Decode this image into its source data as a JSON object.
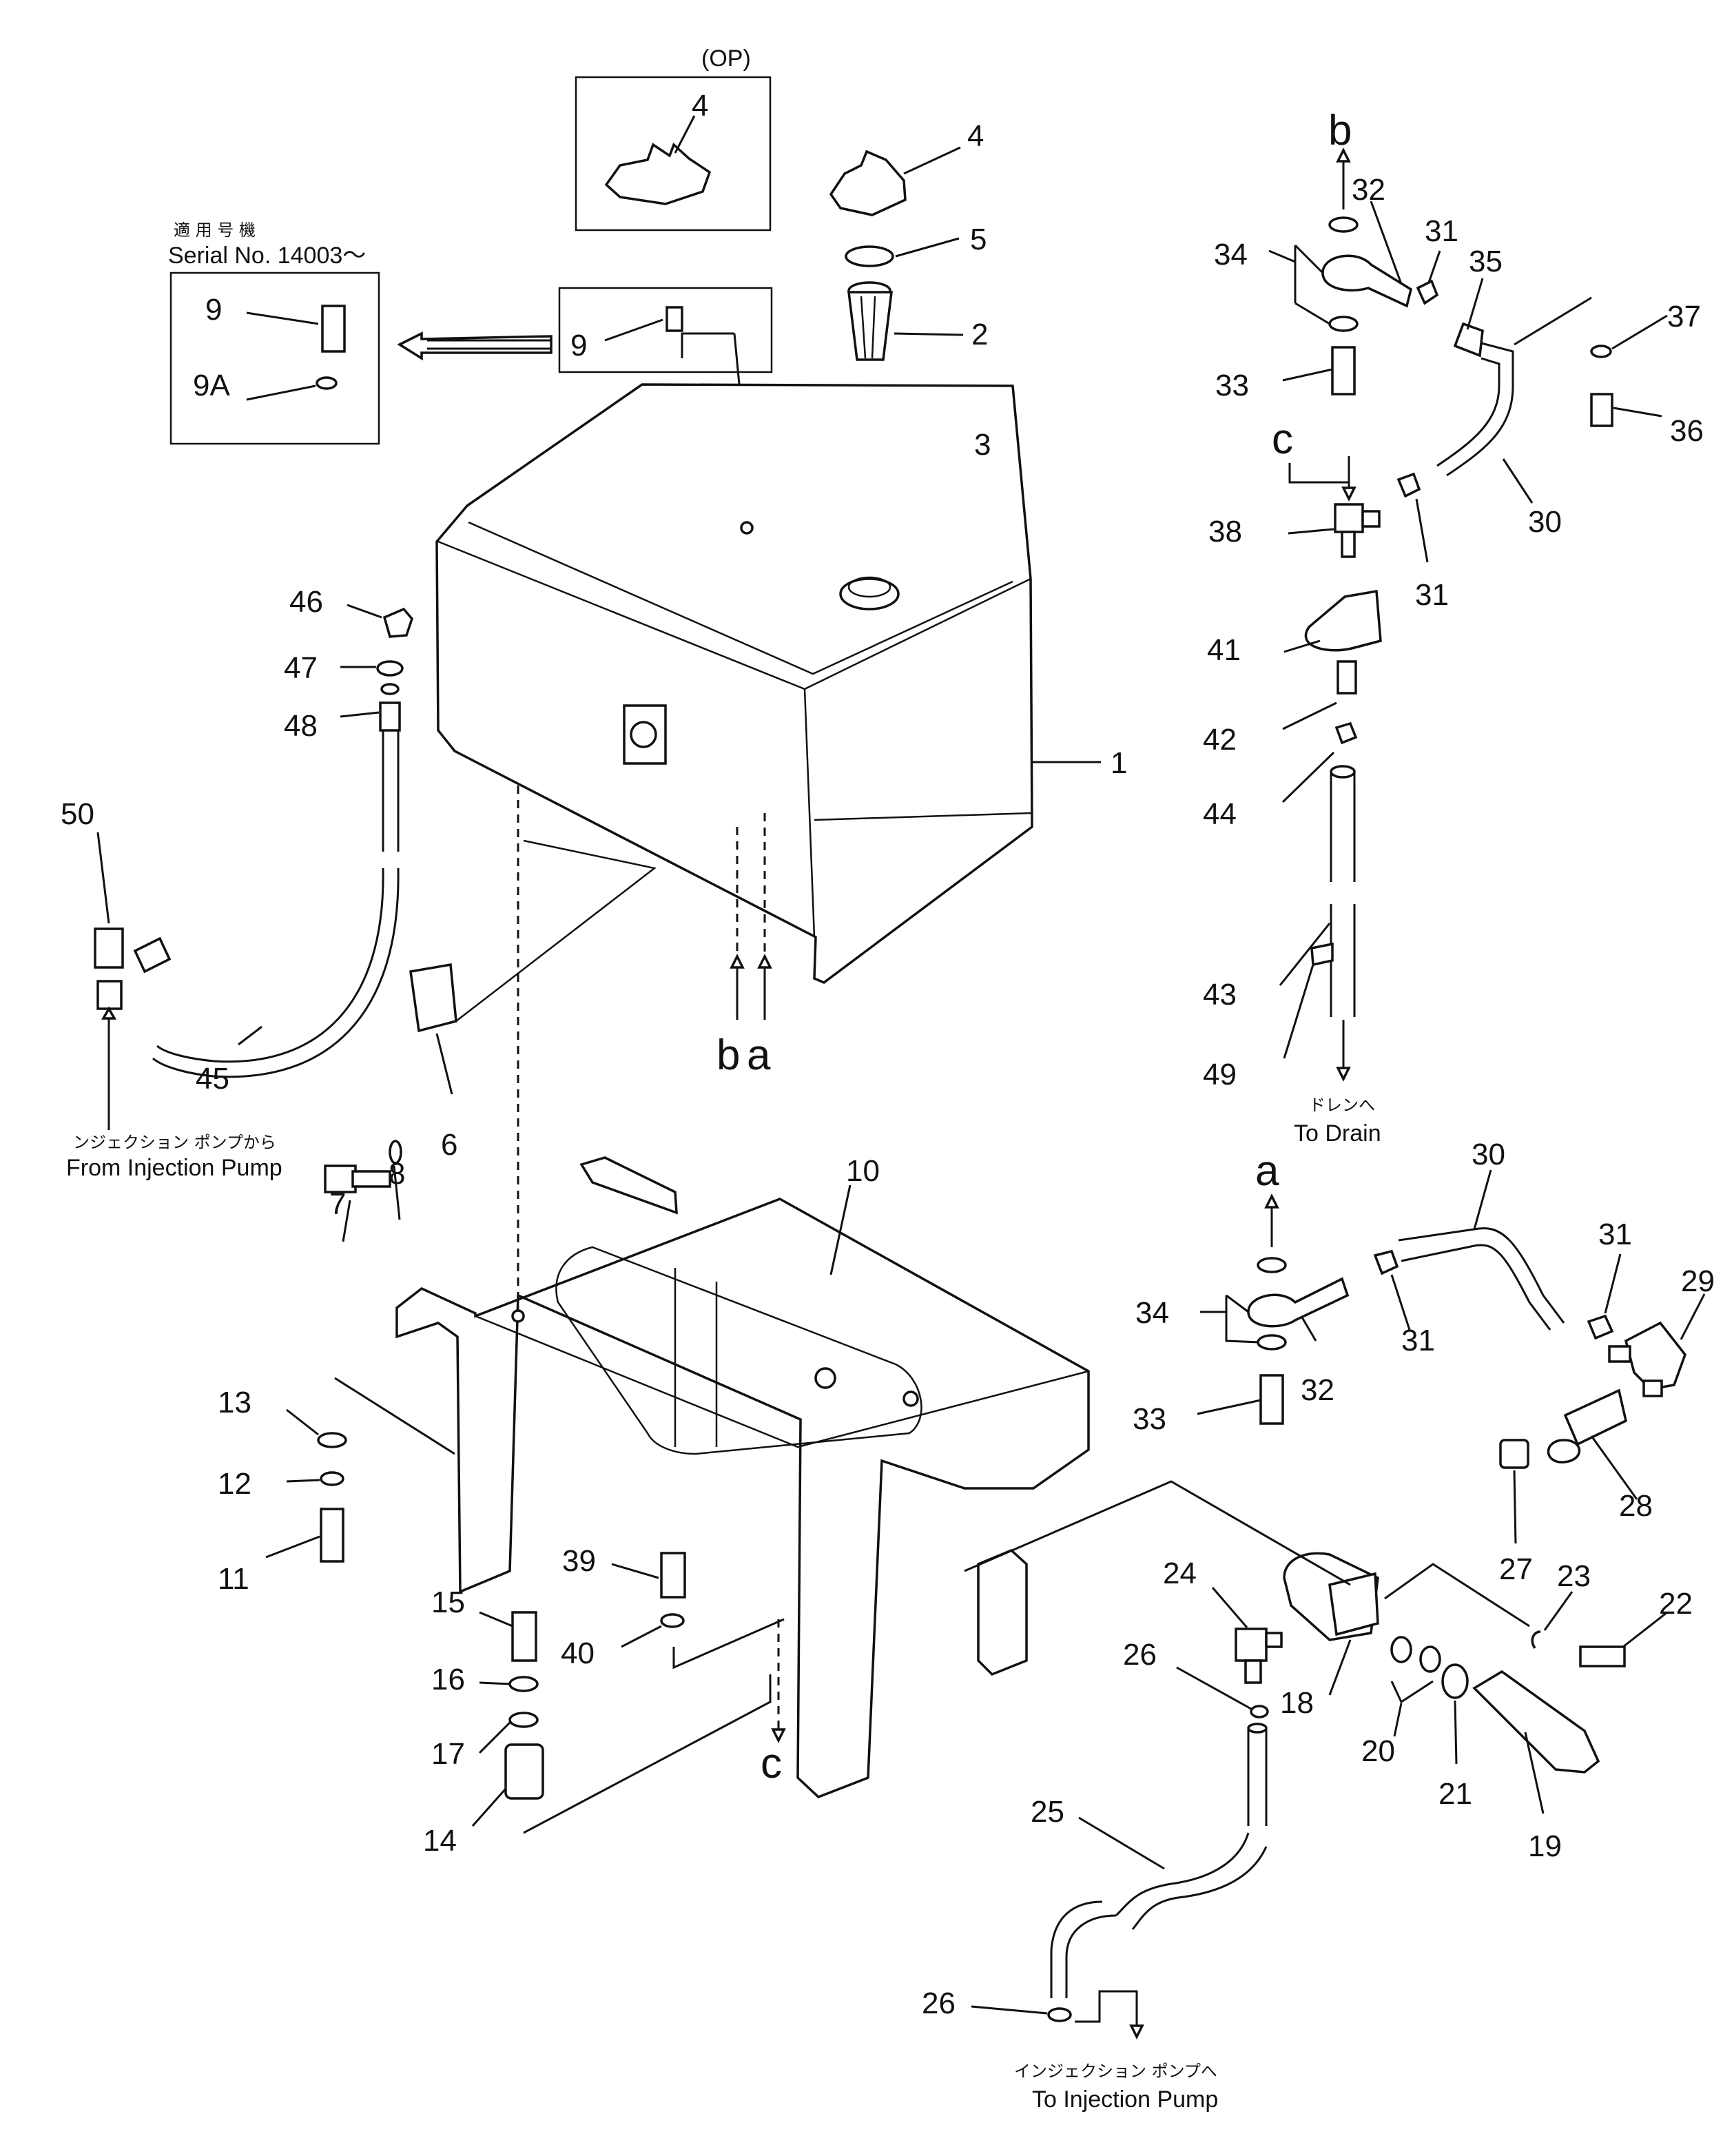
{
  "notes": {
    "op": "(OP)",
    "serial_jp": "適 用 号 機",
    "serial_en": "Serial No. 14003～",
    "from_pump_jp": "ンジェクション ポンプから",
    "from_pump_en": "From Injection Pump",
    "to_drain_jp": "ドレンへ",
    "to_drain_en": "To Drain",
    "to_pump_jp": "インジェクション ポンプへ",
    "to_pump_en": "To Injection Pump"
  },
  "refs": {
    "a_top": "a",
    "b_top": "b",
    "c_top": "c",
    "b_bottom": "b",
    "a_bottom": "a",
    "c_bottom": "c"
  },
  "callouts": {
    "p1": "1",
    "p2": "2",
    "p3": "3",
    "p4_op": "4",
    "p4": "4",
    "p5": "5",
    "p6": "6",
    "p7": "7",
    "p8": "8",
    "p9_box": "9",
    "p9": "9",
    "p9a": "9A",
    "p10": "10",
    "p11": "11",
    "p12": "12",
    "p13": "13",
    "p14": "14",
    "p15": "15",
    "p16": "16",
    "p17": "17",
    "p18": "18",
    "p19": "19",
    "p20": "20",
    "p21": "21",
    "p22": "22",
    "p23": "23",
    "p24": "24",
    "p25": "25",
    "p26_top": "26",
    "p26_bottom": "26",
    "p27": "27",
    "p28": "28",
    "p29": "29",
    "p30_top": "30",
    "p30_bottom": "30",
    "p31_a": "31",
    "p31_b": "31",
    "p31_c": "31",
    "p31_d": "31",
    "p32_top": "32",
    "p32_bottom": "32",
    "p33_top": "33",
    "p33_bottom": "33",
    "p34_top": "34",
    "p34_bottom": "34",
    "p35": "35",
    "p36": "36",
    "p37": "37",
    "p38": "38",
    "p39": "39",
    "p40": "40",
    "p41": "41",
    "p42": "42",
    "p43": "43",
    "p44": "44",
    "p45": "45",
    "p46": "46",
    "p47": "47",
    "p48": "48",
    "p49": "49",
    "p50": "50"
  }
}
